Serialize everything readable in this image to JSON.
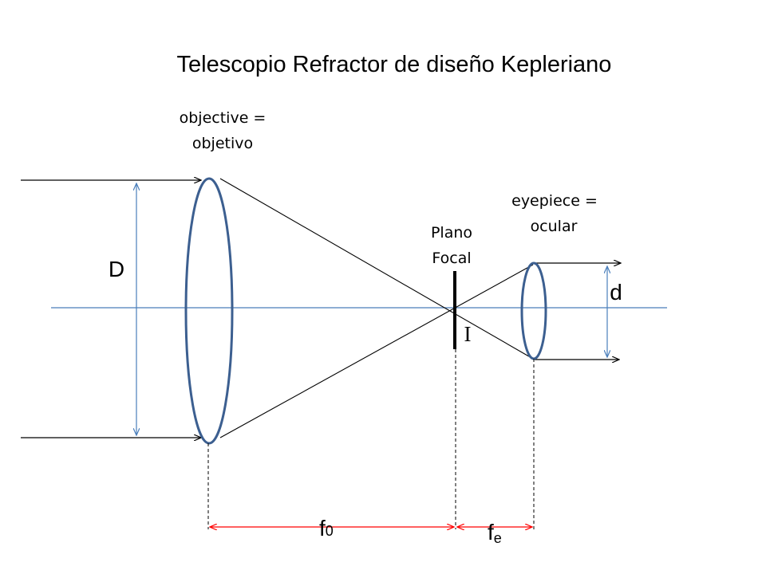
{
  "title": "Telescopio Refractor de diseño Kepleriano",
  "objective_label": {
    "line1": "objective =",
    "line2": "objetivo"
  },
  "eyepiece_label": {
    "line1": "eyepiece =",
    "line2": "ocular"
  },
  "focal_plane_label": {
    "line1": "Plano",
    "line2": "Focal"
  },
  "aperture_symbol": "D",
  "exit_symbol": "d",
  "image_symbol": "I",
  "objective_focal": {
    "base": "f",
    "sub": "0"
  },
  "eyepiece_focal": {
    "base": "f",
    "sub": "e"
  },
  "colors": {
    "lens": "#3c5f90",
    "axis": "#4a7ebb",
    "dimension": "#ff0000",
    "ray": "#000000"
  }
}
